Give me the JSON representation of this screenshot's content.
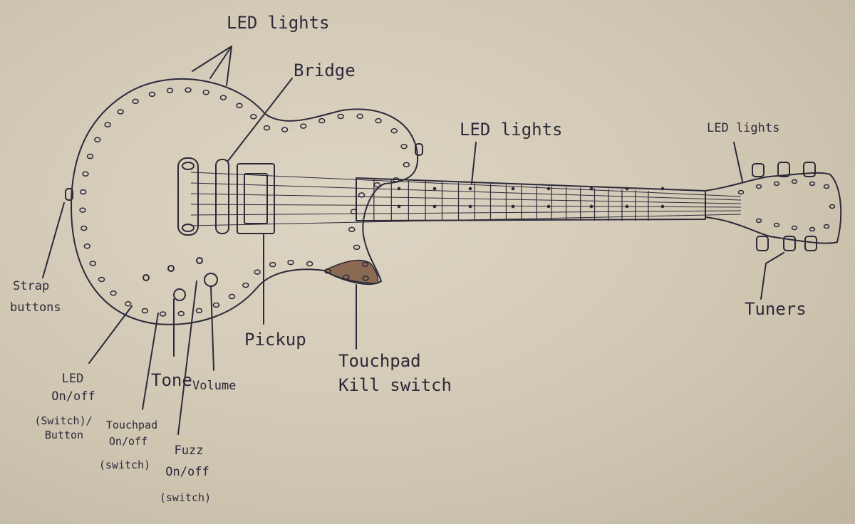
{
  "labels": {
    "led_lights_top": "LED lights",
    "bridge": "Bridge",
    "led_lights_neck": "LED lights",
    "led_lights_head": "LED lights",
    "strap_buttons": [
      "Strap",
      "buttons"
    ],
    "tuners": "Tuners",
    "pickup": "Pickup",
    "touchpad_kill_switch": [
      "Touchpad",
      "Kill switch"
    ],
    "tone": "Tone",
    "volume": "Volume",
    "led_onoff": [
      "LED",
      "On/off",
      "(Switch)/",
      "Button"
    ],
    "touchpad_onoff": [
      "Touchpad",
      "On/off",
      "(switch)"
    ],
    "fuzz_onoff": [
      "Fuzz",
      "On/off",
      "(switch)"
    ]
  },
  "colors": {
    "ink": "#2c2a3a",
    "paper": "#d6cebc",
    "pickguard": "#8a6a52"
  }
}
